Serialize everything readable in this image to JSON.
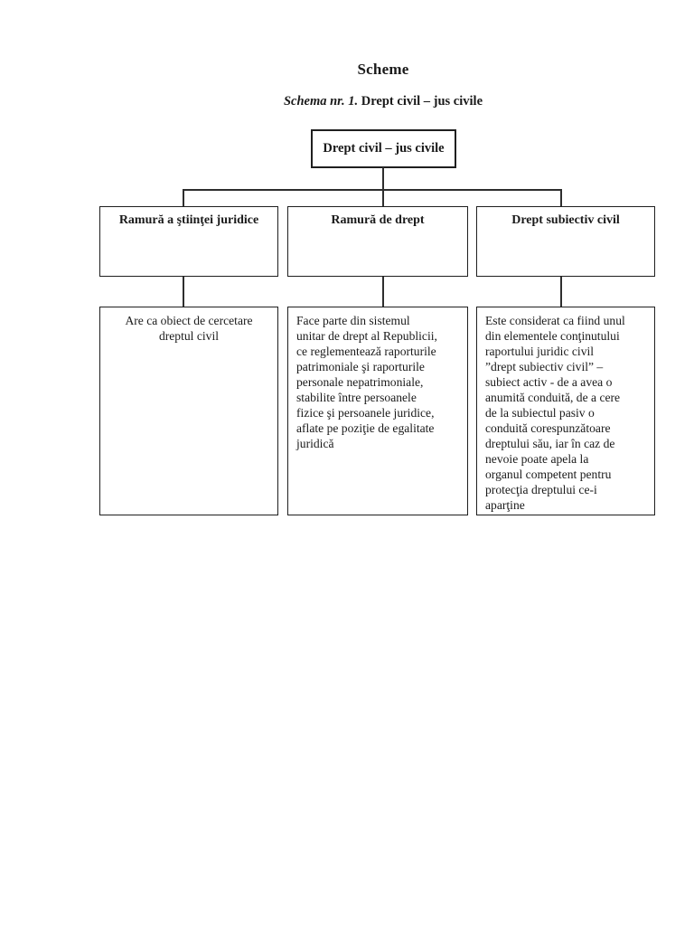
{
  "page": {
    "title": "Scheme",
    "subtitle_label": "Schema nr. 1.",
    "subtitle_text": " Drept civil – jus civile"
  },
  "diagram": {
    "root": {
      "label": "Drept civil – jus civile"
    },
    "branches": [
      {
        "header": "Ramură a ştiinţei juridice",
        "detail": "Are ca obiect de cercetare\ndreptul civil"
      },
      {
        "header": "Ramură de drept",
        "detail": "Face parte din sistemul\nunitar de drept al Republicii,\nce reglementează raporturile\npatrimoniale şi raporturile\npersonale  nepatrimoniale,\nstabilite între persoanele\nfizice şi persoanele juridice,\naflate pe poziţie de egalitate\njuridică"
      },
      {
        "header": "Drept subiectiv civil",
        "detail": "Este considerat ca fiind unul\ndin elementele conţinutului\nraportului juridic civil\n”drept subiectiv civil” –\nsubiect activ -  de a avea o\nanumită conduită, de a cere\nde la  subiectul pasiv o\nconduită corespunzătoare\ndreptului său, iar în caz de\nnevoie poate apela la\norganul competent pentru\nprotecţia dreptului ce-i\naparţine"
      }
    ]
  }
}
